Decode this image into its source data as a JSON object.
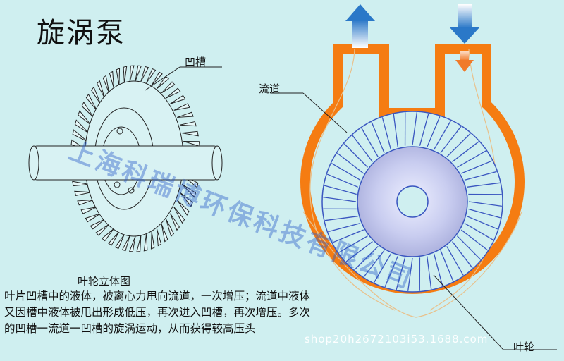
{
  "title": "旋涡泵",
  "labels": {
    "groove": "凹槽",
    "channel": "流道",
    "impeller": "叶轮",
    "caption": "叶轮立体图"
  },
  "description": "叶片凹槽中的液体，被离心力甩向流道，一次增压；流道中液体又因槽中液体被甩出形成低压，再次进入凹槽，再次增压。多次的凹槽一流道一凹槽的旋涡运动，从而获得较高压头",
  "watermark": "上海科瑞博环保科技有限公司",
  "url": "shop20h2672103i53.1688.com",
  "colors": {
    "background": "#cfeff0",
    "casing": "#f57c12",
    "outflow_arrow": "#2a78c8",
    "inflow_arrow": "#2a78c8",
    "inner_arrow": "#f07a2a",
    "impeller_hub": "#b8bce8",
    "watermark": "#2f6fd0"
  }
}
